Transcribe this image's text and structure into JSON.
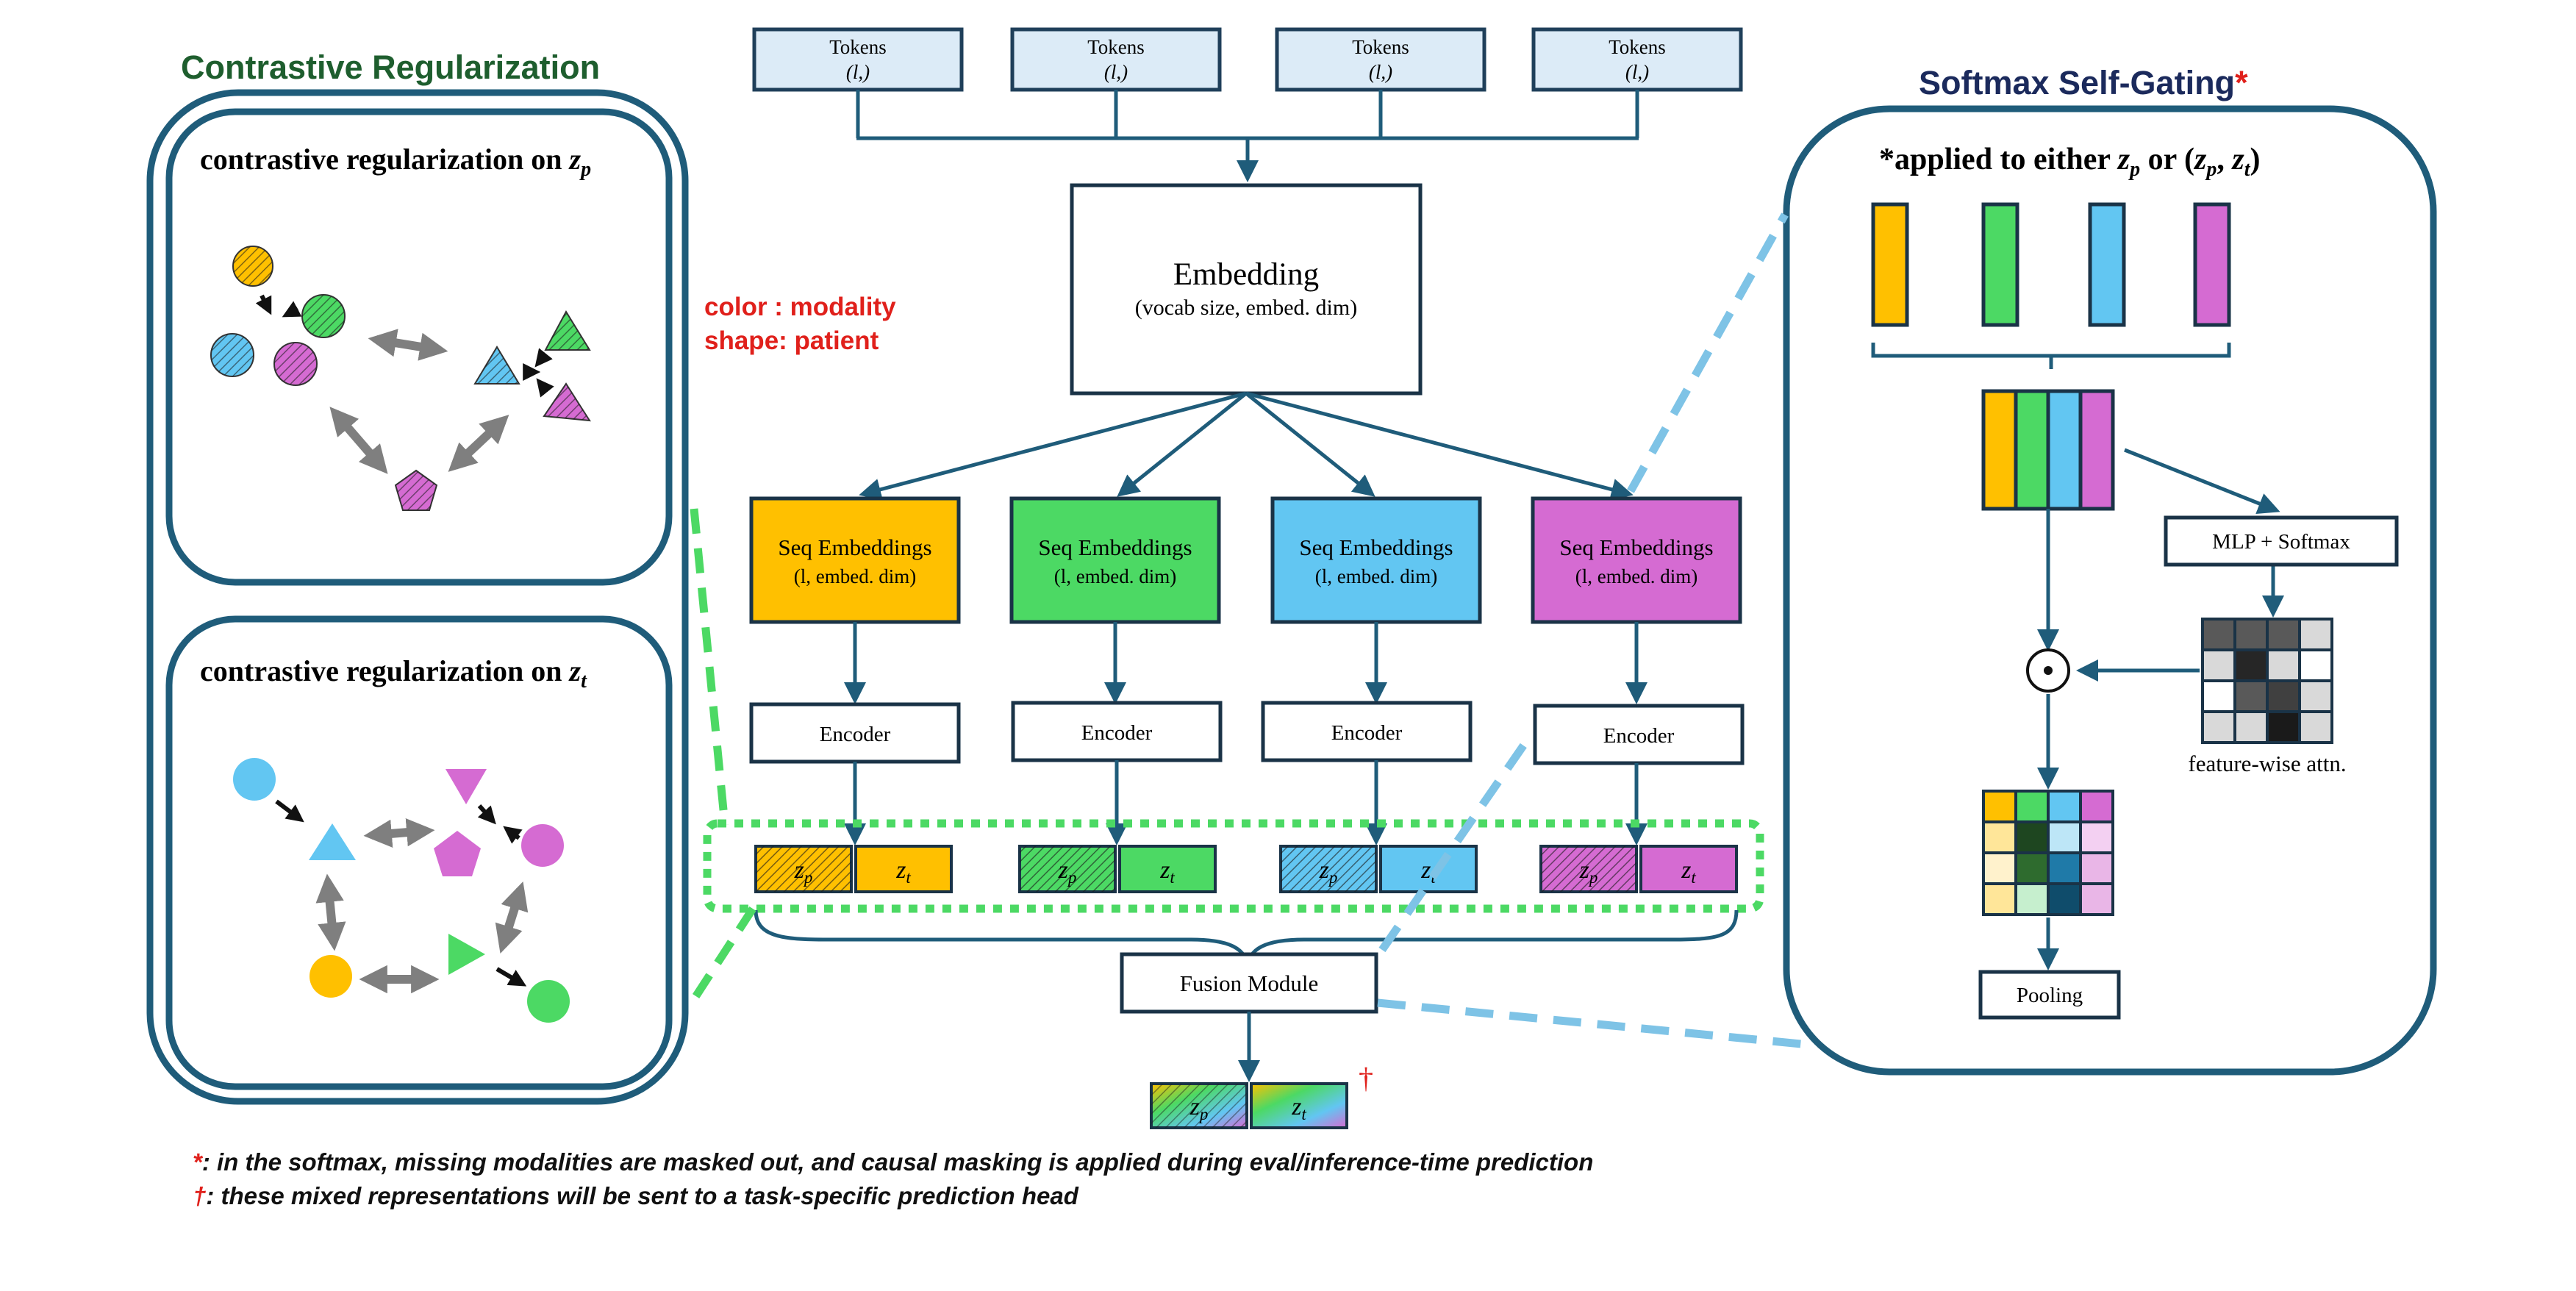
{
  "tokens": [
    {
      "label": "Tokens",
      "dim": "(l,)"
    },
    {
      "label": "Tokens",
      "dim": "(l,)"
    },
    {
      "label": "Tokens",
      "dim": "(l,)"
    },
    {
      "label": "Tokens",
      "dim": "(l,)"
    }
  ],
  "embedding": {
    "title": "Embedding",
    "dims": "(vocab size, embed. dim)"
  },
  "seq_embeddings": [
    {
      "label": "Seq Embeddings",
      "dims": "(l, embed. dim)",
      "color": "#FFC000"
    },
    {
      "label": "Seq Embeddings",
      "dims": "(l, embed. dim)",
      "color": "#4CD964"
    },
    {
      "label": "Seq Embeddings",
      "dims": "(l, embed. dim)",
      "color": "#62C6F2"
    },
    {
      "label": "Seq Embeddings",
      "dims": "(l, embed. dim)",
      "color": "#D56BD2"
    }
  ],
  "encoder_label": "Encoder",
  "latents": {
    "zp": "z",
    "zp_sub": "p",
    "zt": "z",
    "zt_sub": "t"
  },
  "fusion": {
    "label": "Fusion Module"
  },
  "legend": {
    "color": "color  : modality",
    "shape": "shape: patient"
  },
  "contrastive": {
    "title": "Contrastive Regularization",
    "zp_title": "contrastive regularization on ",
    "zp_var": "z",
    "zp_sub": "p",
    "zt_title": "contrastive regularization on ",
    "zt_var": "z",
    "zt_sub": "t"
  },
  "gating": {
    "title": "Softmax Self-Gating",
    "title_mark": "*",
    "applied": "*applied to either ",
    "applied_a": "z",
    "applied_a_sub": "p",
    "applied_or": " or (",
    "applied_b": "z",
    "applied_b_sub": "p",
    "applied_sep": ", ",
    "applied_c": "z",
    "applied_c_sub": "t",
    "applied_end": ")",
    "mlp": "MLP + Softmax",
    "dot": "⊙",
    "attn_caption": "feature-wise attn.",
    "pooling": "Pooling"
  },
  "dagger": "†",
  "footnotes": [
    {
      "mark": "*",
      "text": ": in the softmax, missing modalities are masked out, and causal masking is applied during eval/inference-time prediction"
    },
    {
      "mark": "†",
      "text": ": these mixed representations will be sent to a task-specific prediction head"
    }
  ],
  "colors": {
    "dark_blue": "#1F5C7A",
    "title_green": "#1E5E2E",
    "title_navy": "#1B2A5C",
    "red": "#E0201B",
    "token_fill": "#DCEBF7",
    "green_dash": "#4CD964",
    "light_blue_dash": "#7EC3E6",
    "orange": "#FFC000",
    "green": "#4CD964",
    "blue": "#62C6F2",
    "magenta": "#D56BD2"
  }
}
